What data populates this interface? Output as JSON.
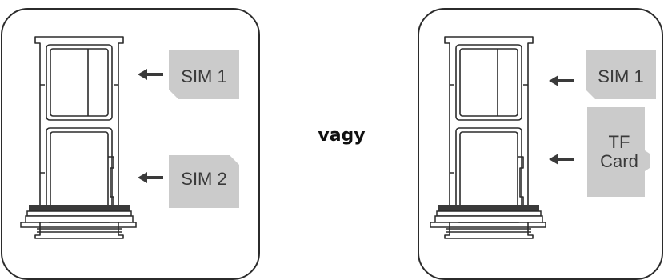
{
  "diagram": {
    "left_panel": {
      "cards": [
        {
          "label": "SIM 1"
        },
        {
          "label": "SIM 2"
        }
      ]
    },
    "separator": {
      "text": "vagy"
    },
    "right_panel": {
      "cards": [
        {
          "label": "SIM 1"
        },
        {
          "label": "TF\nCard"
        }
      ]
    },
    "colors": {
      "outline": "#2b2b2b",
      "card_fill": "#cbcbcb",
      "card_text": "#3a3a3a",
      "arrow": "#3a3a3a"
    },
    "icons": [
      "sim-tray-icon",
      "arrow-left-icon",
      "sim-card-icon",
      "tf-card-icon"
    ]
  }
}
